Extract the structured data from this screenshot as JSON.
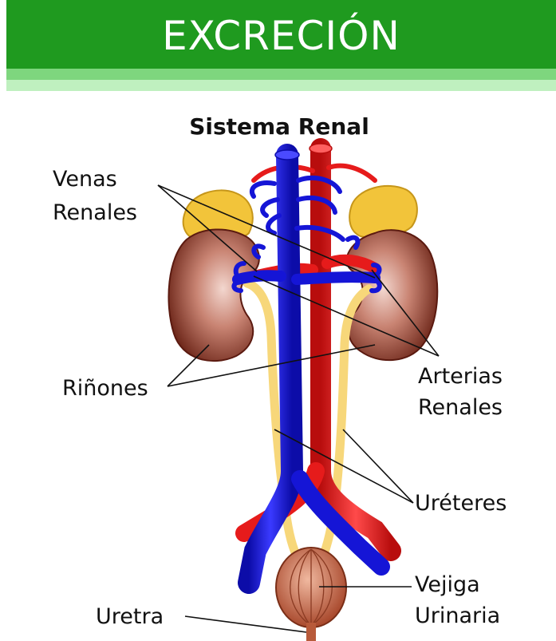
{
  "header": {
    "title": "EXCRECIÓN"
  },
  "diagram": {
    "title": "Sistema Renal",
    "labels": {
      "venas_renales_1": "Venas",
      "venas_renales_2": "Renales",
      "rinones": "Riñones",
      "arterias_renales_1": "Arterias",
      "arterias_renales_2": "Renales",
      "ureteres": "Uréteres",
      "vejiga_1": "Vejiga",
      "vejiga_2": "Urinaria",
      "uretra": "Uretra"
    },
    "colors": {
      "header": "#1f9a1f",
      "vein": "#1515d6",
      "artery": "#e61b1b",
      "kidney": "#8a3a2a",
      "adrenal": "#f2c43a",
      "ureter": "#f7d77a",
      "bladder": "#c8684a"
    }
  }
}
